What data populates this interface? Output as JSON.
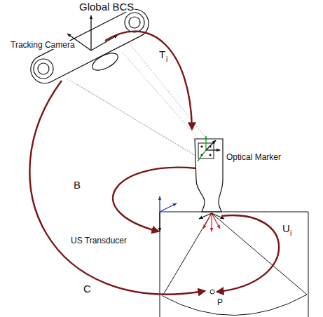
{
  "diagram": {
    "labels": [
      "Global BCS",
      "Tracking Camera",
      "T",
      "i",
      "Optical Marker",
      "B",
      "US Transducer",
      "U",
      "i",
      "C",
      "P"
    ]
  }
}
